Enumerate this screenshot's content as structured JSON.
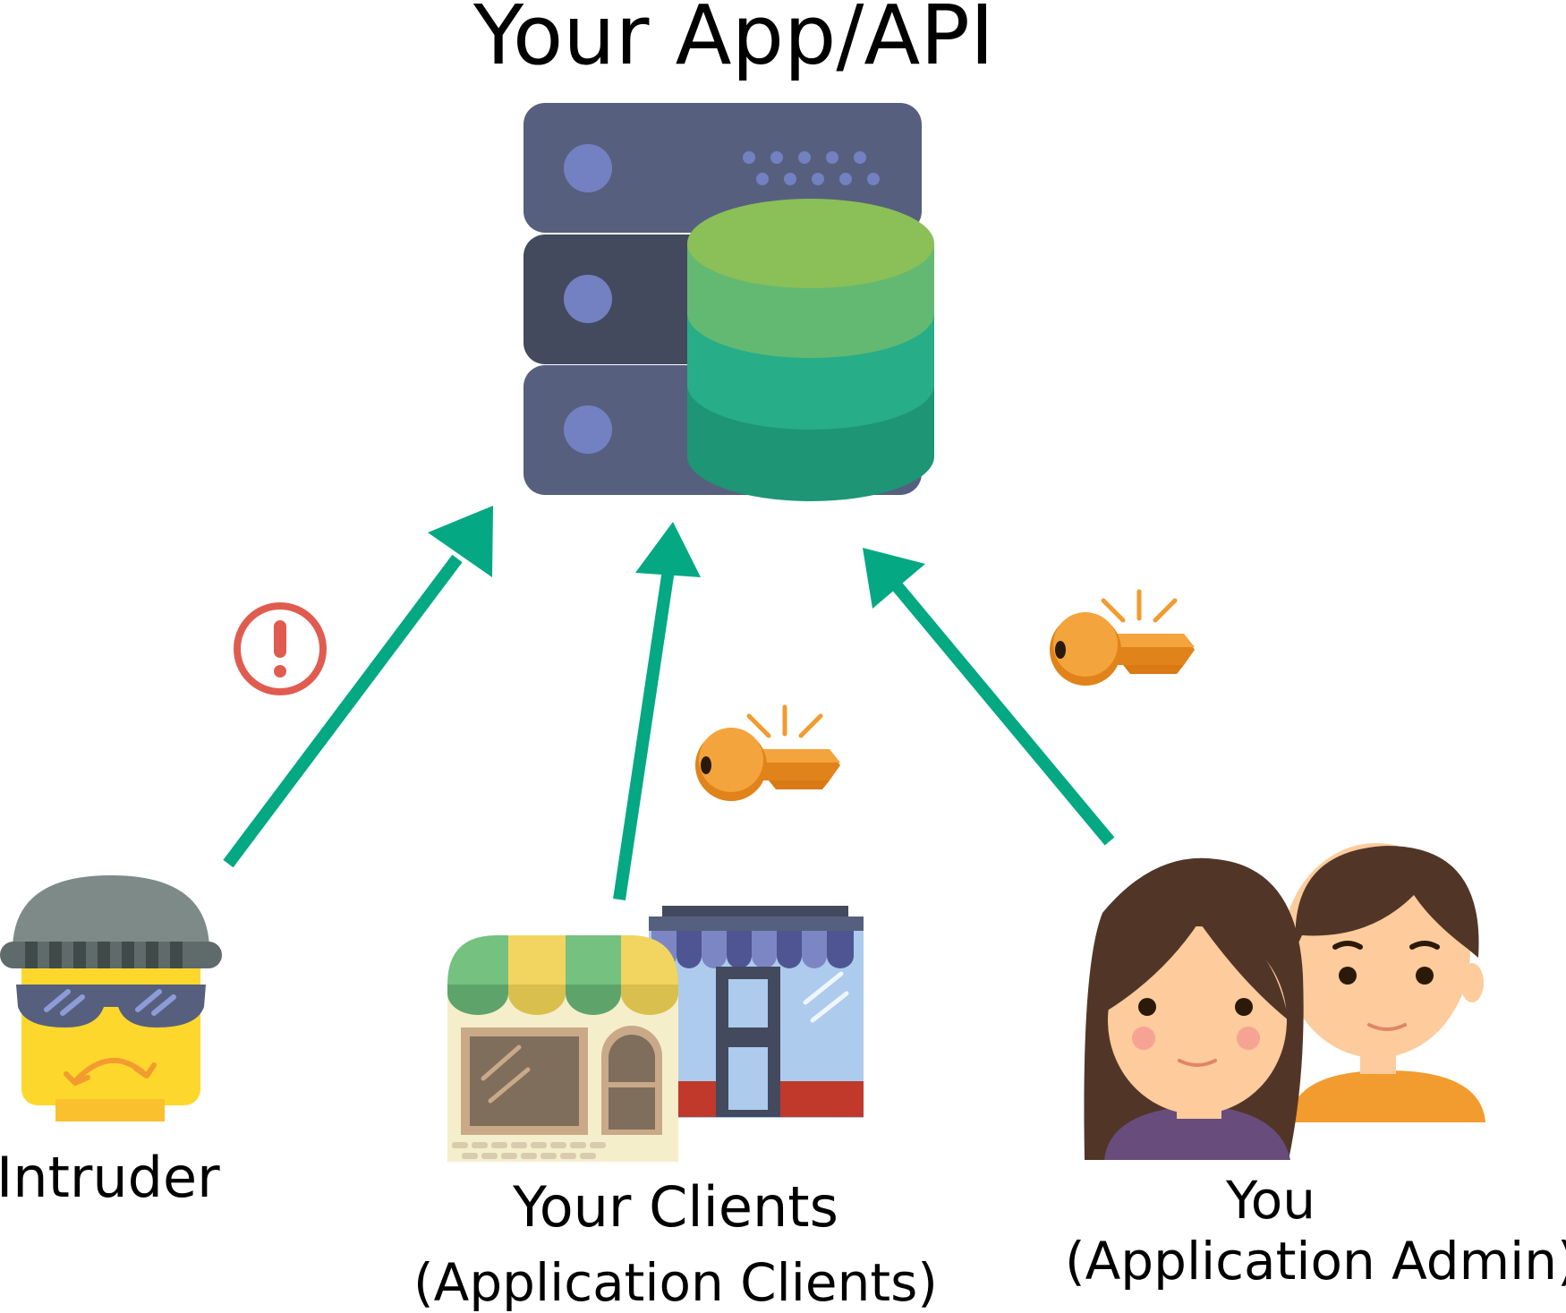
{
  "title": "Your App/API",
  "actors": {
    "intruder": {
      "label": "Intruder"
    },
    "clients": {
      "label": "Your Clients",
      "sublabel": "(Application Clients)"
    },
    "admin": {
      "label": "You",
      "sublabel": "(Application Admin)"
    }
  },
  "icons": {
    "server": "server-database-icon",
    "warning": "warning-icon",
    "key": "key-icon",
    "intruder": "intruder-icon",
    "shops": "shop-icon",
    "people": "people-icon"
  },
  "colors": {
    "arrow": "#04a882",
    "warning": "#e05c50",
    "key": "#f29b2f",
    "server": "#56607e",
    "server_dark": "#434a5e",
    "db_top": "#8bbf58",
    "db_mid1": "#63b972",
    "db_mid2": "#27ad88",
    "db_bottom": "#1e9575"
  }
}
